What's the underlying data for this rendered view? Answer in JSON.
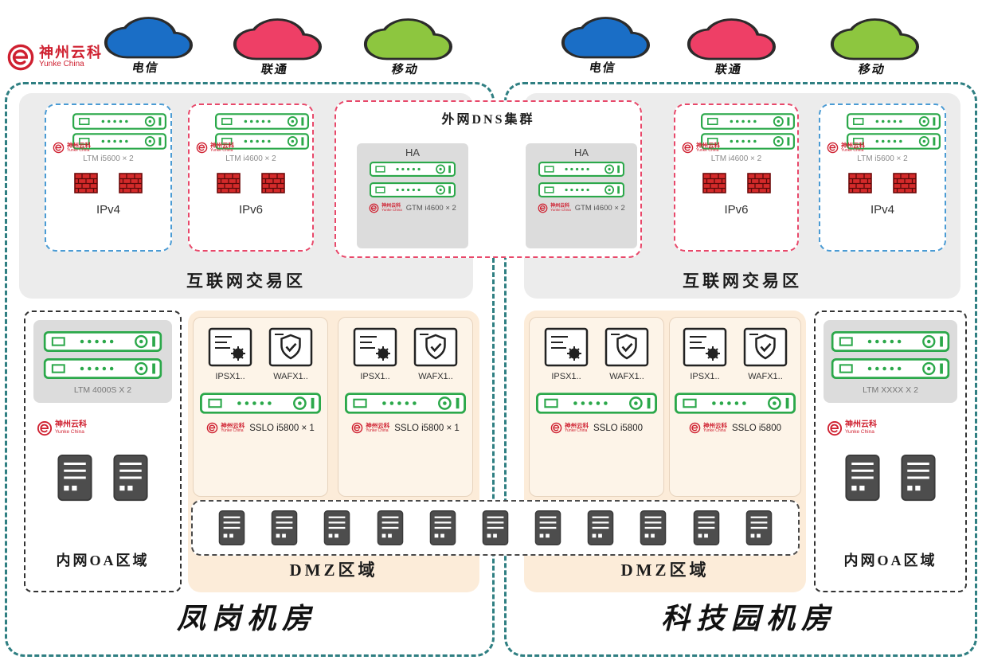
{
  "logo": {
    "title": "神州云科",
    "subtitle": "Yunke China"
  },
  "isps_left": [
    {
      "label": "电信"
    },
    {
      "label": "联通"
    },
    {
      "label": "移动"
    }
  ],
  "isps_right": [
    {
      "label": "电信"
    },
    {
      "label": "联通"
    },
    {
      "label": "移动"
    }
  ],
  "dns": {
    "title": "外网DNS集群",
    "ha_left": "HA",
    "ha_right": "HA",
    "device_left": "GTM i4600 × 2",
    "device_right": "GTM i4600 × 2"
  },
  "left_dc": {
    "name": "凤岗机房",
    "trade_label": "互联网交易区",
    "ipv4": {
      "label": "IPv4",
      "device": "LTM i5600 × 2"
    },
    "ipv6": {
      "label": "IPv6",
      "device": "LTM i4600 × 2"
    },
    "oa": {
      "label": "内网OA区域",
      "device": "LTM 4000S X 2"
    },
    "dmz": {
      "label": "DMZ区域",
      "panel1": {
        "ips": "IPSX1..",
        "waf": "WAFX1..",
        "sslo": "SSLO i5800 × 1"
      },
      "panel2": {
        "ips": "IPSX1..",
        "waf": "WAFX1..",
        "sslo": "SSLO i5800 × 1"
      }
    }
  },
  "right_dc": {
    "name": "科技园机房",
    "trade_label": "互联网交易区",
    "ipv6": {
      "label": "IPv6",
      "device": "LTM i4600 × 2"
    },
    "ipv4": {
      "label": "IPv4",
      "device": "LTM i5600 × 2"
    },
    "oa": {
      "label": "内网OA区域",
      "device": "LTM XXXX X 2"
    },
    "dmz": {
      "label": "DMZ区域",
      "panel1": {
        "ips": "IPSX1..",
        "waf": "WAFX1..",
        "sslo": "SSLO i5800"
      },
      "panel2": {
        "ips": "IPSX1..",
        "waf": "WAFX1..",
        "sslo": "SSLO i5800"
      }
    }
  },
  "colors": {
    "teal_frame": "#2f7f82",
    "zone_gray": "#ececec",
    "inner_gray": "#dcdcdc",
    "dmz_peach": "#fcecd9",
    "ipv4_blue": "#4a9bd4",
    "ipv6_pink": "#e8486a",
    "device_green": "#2ba84a",
    "firewall_red": "#d42a2a",
    "logo_red": "#cf2030",
    "cloud_telecom": "#1a6ec6",
    "cloud_unicom": "#ee3f66",
    "cloud_mobile": "#8dc63f"
  }
}
